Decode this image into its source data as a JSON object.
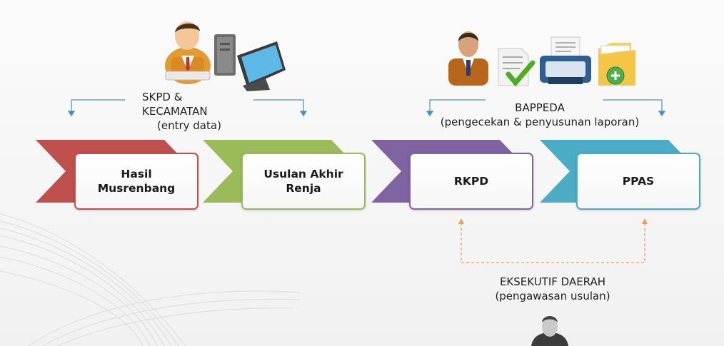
{
  "stages": [
    {
      "label": "Hasil\nMusrenbang",
      "color": "#c0504d",
      "border": "#c0504d"
    },
    {
      "label": "Usulan Akhir\nRenja",
      "color": "#9bbb59",
      "border": "#9bbb59"
    },
    {
      "label": "RKPD",
      "color": "#8064a2",
      "border": "#8064a2"
    },
    {
      "label": "PPAS",
      "color": "#4bacc6",
      "border": "#4bacc6"
    }
  ],
  "actors": {
    "skpd": {
      "line1": "SKPD &",
      "line2": "KECAMATAN",
      "line3": "(entry data)"
    },
    "bappeda": {
      "line1": "BAPPEDA",
      "line2": "(pengecekan & penyusunan laporan)"
    },
    "eksekutif": {
      "line1": "EKSEKUTIF DAERAH",
      "line2": "(pengawasan usulan)"
    }
  },
  "icons": {
    "skpd": [
      "user-at-keyboard-icon",
      "desktop-computer-icon"
    ],
    "bappeda": [
      "manager-icon",
      "document-checked-icon",
      "printer-icon",
      "add-folder-icon"
    ],
    "eksekutif": [
      "executive-icon"
    ]
  },
  "colors": {
    "bracket_blue": "#4a90c8",
    "dashed_orange": "#f0a050"
  }
}
